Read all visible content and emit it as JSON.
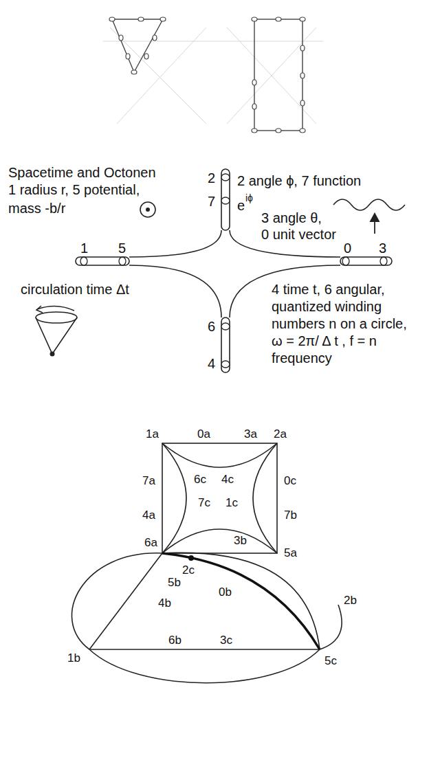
{
  "diagram": {
    "labels": [
      "Spacetime and Octonen",
      "1 radius r, 5 potential,",
      "mass -b/r",
      "2",
      "7",
      "2 angle ϕ, 7 function",
      "e",
      "iϕ",
      "3 angle θ,",
      "0 unit vector",
      "1",
      "5",
      "0",
      "3",
      "circulation time Δt",
      "4 time t, 6 angular,",
      "quantized winding",
      "numbers n on a circle,",
      "ω = 2π/ Δ t , f = n",
      "frequency",
      "6",
      "4",
      "1a",
      "0a",
      "3a",
      "2a",
      "7a",
      "6c",
      "4c",
      "0c",
      "4a",
      "7c",
      "1c",
      "7b",
      "6a",
      "3b",
      "5a",
      "2c",
      "5b",
      "0b",
      "2b",
      "4b",
      "1b",
      "6b",
      "3c",
      "5c"
    ]
  }
}
